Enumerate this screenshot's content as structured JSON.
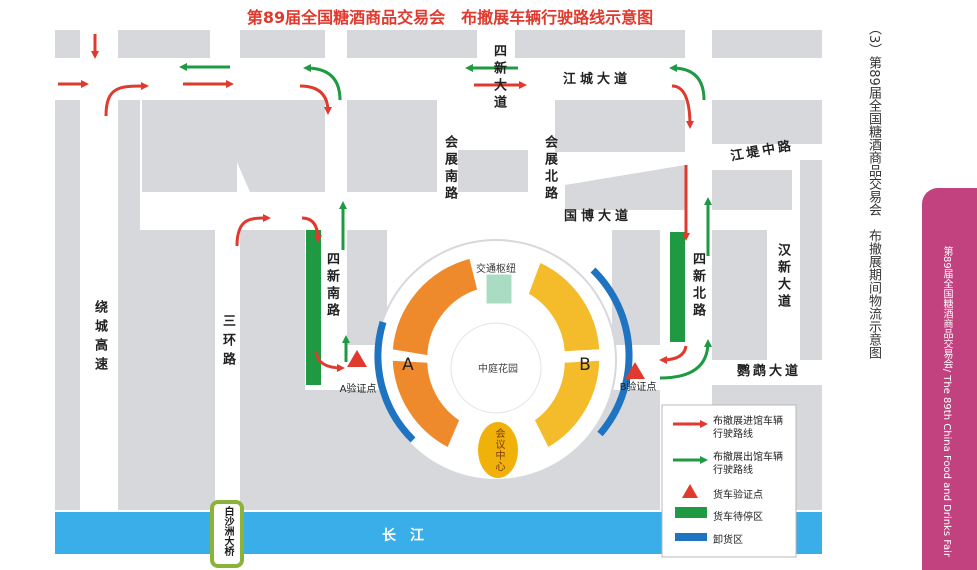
{
  "title": "第89届全国糖酒商品交易会　布撤展车辆行驶路线示意图",
  "roads": {
    "jiangcheng": "江城大道",
    "jiangdi": "江堤中路",
    "guobo": "国博大道",
    "yingque": "鹦鹉大道",
    "hanxin": "汉新大道",
    "raocheng": "绕城高速",
    "sanhuan": "三环路",
    "sixin_da": "四新大道",
    "huizhan_nan": "会展南路",
    "huizhan_bei": "会展北路",
    "sixin_nan": "四新南路",
    "sixin_bei": "四新北路",
    "changjiang": "长江",
    "baishazhou": "白沙洲大桥"
  },
  "places": {
    "traffic_hub": "交通枢纽",
    "garden": "中庭花园",
    "conference": "会议中心",
    "hall_a": "A",
    "hall_b": "B",
    "check_a": "A验证点",
    "check_b": "B验证点"
  },
  "legend": {
    "in_route": "布撤展进馆车辆行驶路线",
    "out_route": "布撤展出馆车辆行驶路线",
    "checkpoint": "货车验证点",
    "waiting": "货车待停区",
    "unloading": "卸货区"
  },
  "colors": {
    "road": "#d6d8dc",
    "river": "#3aaee8",
    "in_arrow": "#e03a2f",
    "out_arrow": "#1f9a43",
    "hall_a": "#ef8a2c",
    "hall_b": "#f4bb2a",
    "unload": "#1f74c2",
    "wait": "#1f9a43",
    "brand": "#c2427f"
  },
  "side_caption": "（3）第89届全国糖酒商品交易会　布撤展期间物流示意图",
  "side_tab": "第89届全国糖酒商品交易会/ The 89th China Food and Drinks Fair"
}
